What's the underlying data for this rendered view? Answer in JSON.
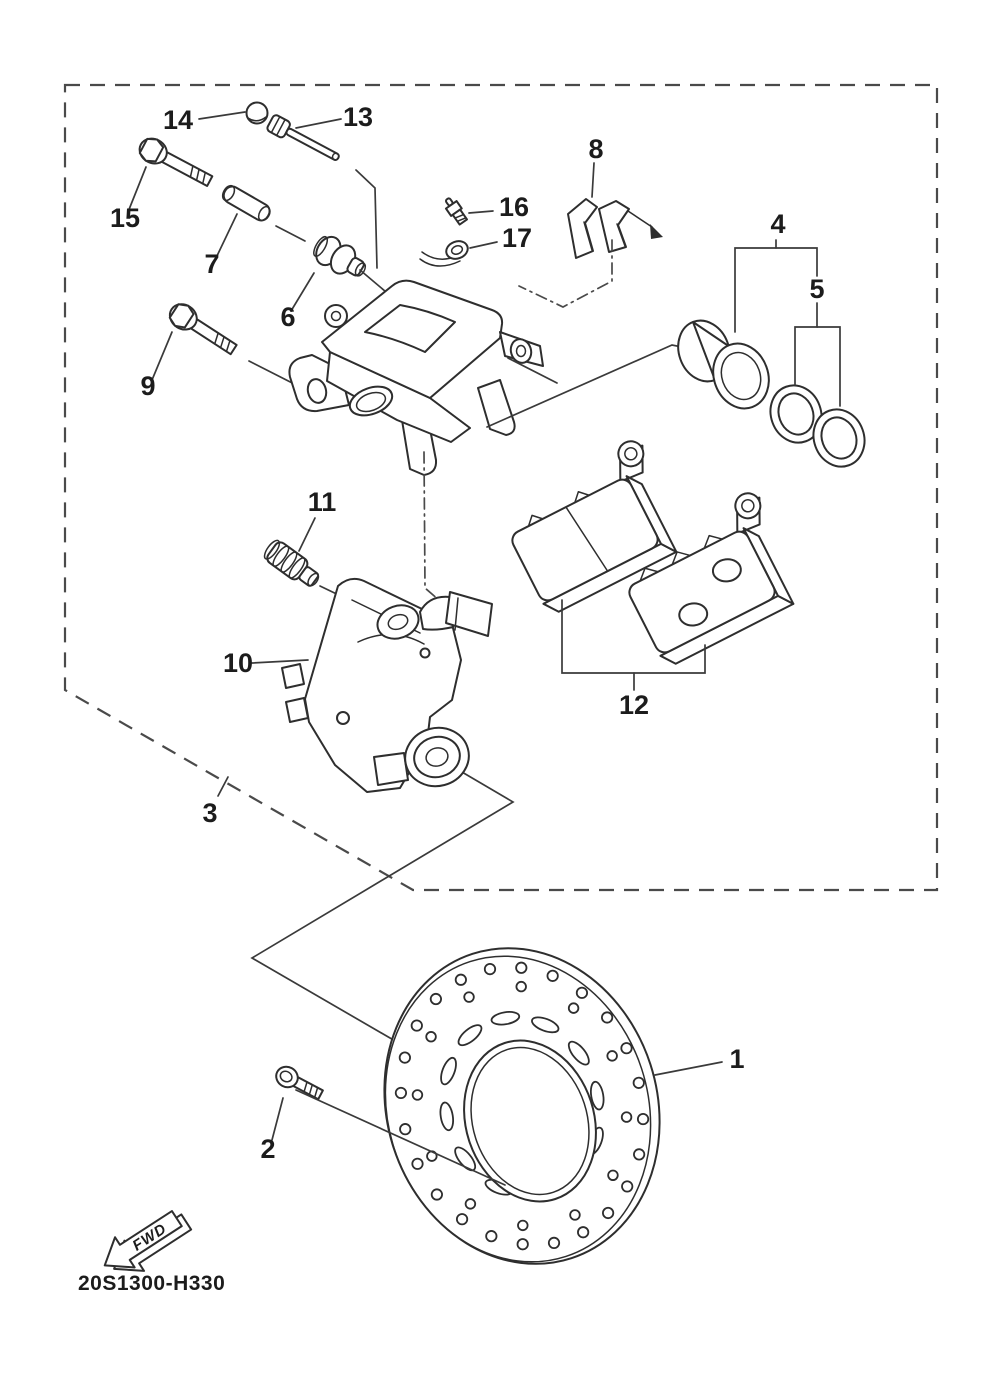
{
  "diagram": {
    "part_labels": {
      "p1": "1",
      "p2": "2",
      "p3": "3",
      "p4": "4",
      "p5": "5",
      "p6": "6",
      "p7": "7",
      "p8": "8",
      "p9": "9",
      "p10": "10",
      "p11": "11",
      "p12": "12",
      "p13": "13",
      "p14": "14",
      "p15": "15",
      "p16": "16",
      "p17": "17"
    },
    "drawing_code": "20S1300-H330",
    "fwd_marker": "FWD",
    "colors": {
      "line": "#2e2e2e",
      "background": "#ffffff"
    }
  }
}
